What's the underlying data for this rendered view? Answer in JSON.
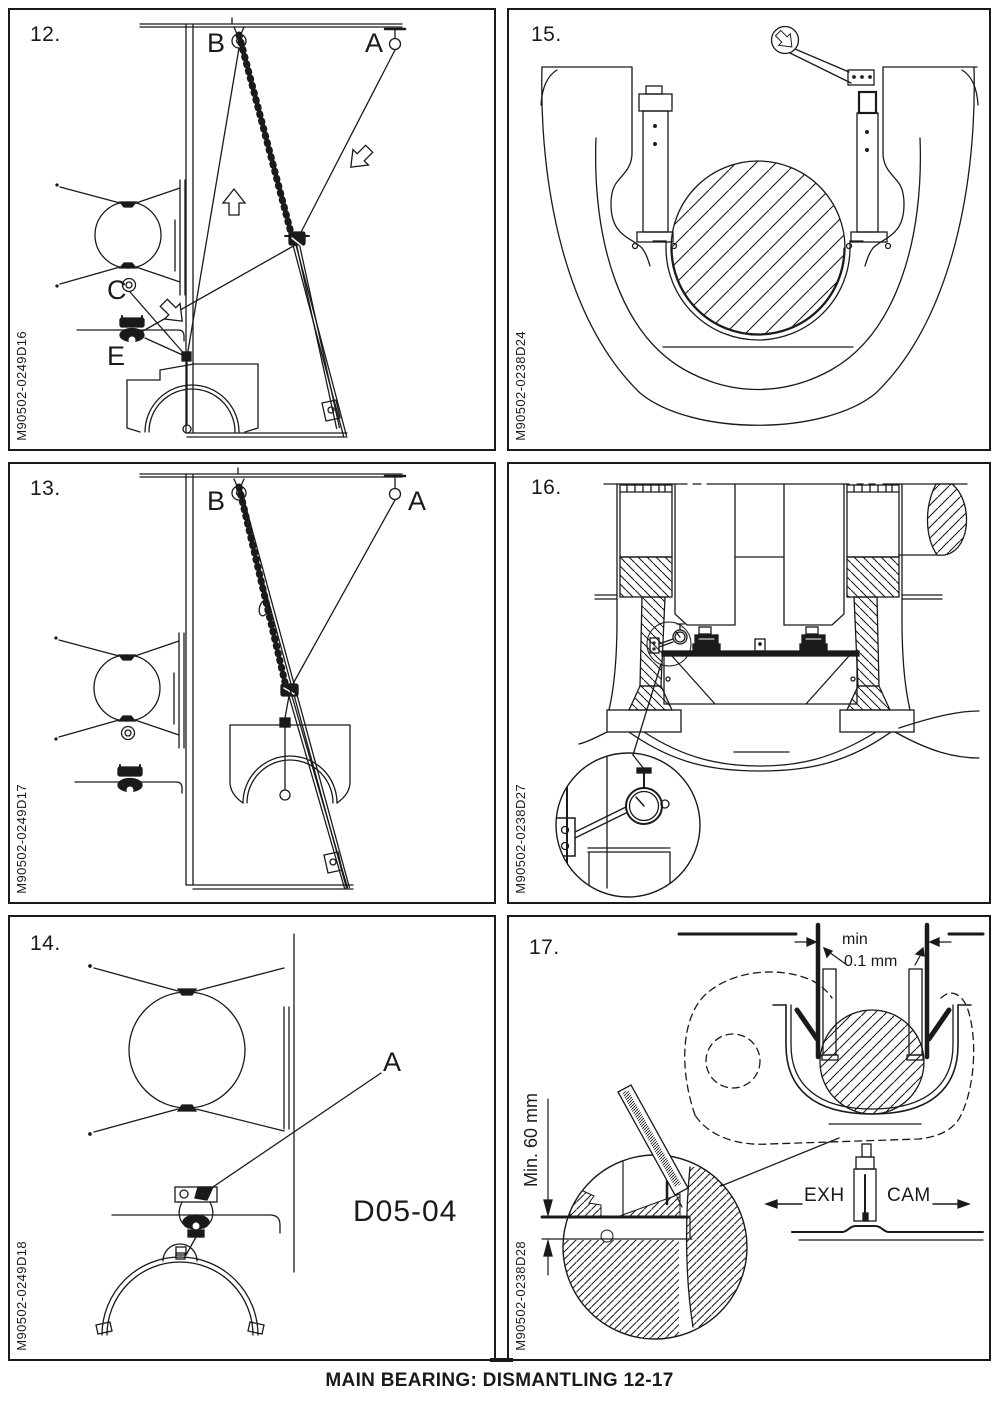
{
  "colors": {
    "ink": "#1a1a1a",
    "paper": "#ffffff"
  },
  "footer": {
    "caption": "MAIN BEARING: DISMANTLING 12-17"
  },
  "panels": {
    "p12": {
      "number": "12.",
      "code": "M90502-0249D16",
      "label_a": "A",
      "label_b": "B",
      "label_c": "C",
      "label_e": "E"
    },
    "p13": {
      "number": "13.",
      "code": "M90502-0249D17",
      "label_a": "A",
      "label_b": "B"
    },
    "p14": {
      "number": "14.",
      "code": "M90502-0249D18",
      "label_a": "A",
      "ref_code": "D05-04"
    },
    "p15": {
      "number": "15.",
      "code": "M90502-0238D24"
    },
    "p16": {
      "number": "16.",
      "code": "M90502-0238D27"
    },
    "p17": {
      "number": "17.",
      "code": "M90502-0238D28",
      "dim_min_label": "min",
      "dim_min_value": "0.1 mm",
      "dim_height": "Min. 60 mm",
      "arrow_left": "EXH",
      "arrow_right": "CAM"
    }
  }
}
